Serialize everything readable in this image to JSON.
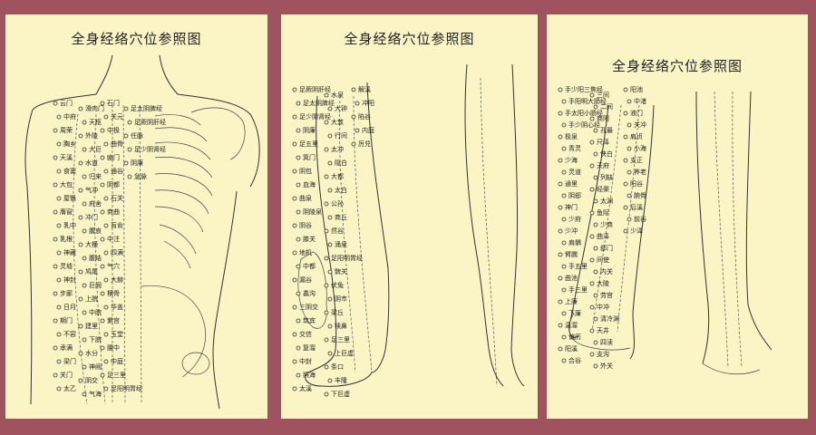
{
  "panels": [
    {
      "title": "全身经络穴位参照图",
      "labels": [
        "云门",
        "中府",
        "周荣",
        "胸乡",
        "天溪",
        "食窦",
        "大包",
        "屋翳",
        "膺窗",
        "乳中",
        "乳根",
        "神藏",
        "灵墟",
        "神封",
        "步廊",
        "日月",
        "期门",
        "不容",
        "承满",
        "梁门",
        "关门",
        "太乙",
        "滑肉门",
        "天枢",
        "外陵",
        "大巨",
        "水道",
        "归来",
        "气冲",
        "府舍",
        "冲门",
        "腹哀",
        "大横",
        "腹结",
        "鸠尾",
        "巨阙",
        "上脘",
        "中脘",
        "建里",
        "下脘",
        "水分",
        "神阙",
        "阴交",
        "气海",
        "石门",
        "关元",
        "中极",
        "曲骨",
        "幽门",
        "通谷",
        "阴都",
        "石关",
        "商曲",
        "肓俞",
        "中注",
        "四满",
        "气穴",
        "大赫",
        "横骨",
        "华盖",
        "紫宫",
        "玉堂",
        "膻中",
        "中庭",
        "足三里",
        "足阳明胃经",
        "足太阴脾经",
        "足厥阴肝经",
        "任脉",
        "足少阴肾经",
        "阴廉",
        "急脉"
      ]
    },
    {
      "title": "全身经络穴位参照图",
      "labels": [
        "足厥阴肝经",
        "足太阴脾经",
        "足少阴肾经",
        "阴廉",
        "足五里",
        "箕门",
        "阴包",
        "血海",
        "曲泉",
        "阴陵泉",
        "阴谷",
        "膝关",
        "地机",
        "中都",
        "漏谷",
        "蠡沟",
        "三阴交",
        "筑宾",
        "交信",
        "复溜",
        "中封",
        "照海",
        "太溪",
        "水泉",
        "大钟",
        "大敦",
        "行间",
        "太冲",
        "隐白",
        "大都",
        "太白",
        "公孙",
        "商丘",
        "然谷",
        "涌泉",
        "足阳明胃经",
        "髀关",
        "伏兔",
        "阴市",
        "梁丘",
        "犊鼻",
        "足三里",
        "上巨虚",
        "条口",
        "丰隆",
        "下巨虚",
        "解溪",
        "冲阳",
        "陷谷",
        "内庭",
        "厉兑"
      ]
    },
    {
      "title": "全身经络穴位参照图",
      "labels": [
        "手少阳三焦经",
        "手阳明大肠经",
        "手太阳小肠经",
        "手少阴心经",
        "极泉",
        "青灵",
        "少海",
        "灵道",
        "通里",
        "阴郄",
        "神门",
        "少府",
        "少冲",
        "肩髃",
        "臂臑",
        "手五里",
        "曲池",
        "手三里",
        "上廉",
        "下廉",
        "温溜",
        "偏历",
        "阳溪",
        "合谷",
        "三间",
        "二间",
        "商阳",
        "孔最",
        "尺泽",
        "侠白",
        "天府",
        "列缺",
        "经渠",
        "太渊",
        "鱼际",
        "少商",
        "曲泽",
        "郄门",
        "间使",
        "内关",
        "大陵",
        "劳宫",
        "中冲",
        "清冷渊",
        "天井",
        "四渎",
        "支沟",
        "外关",
        "阳池",
        "中渚",
        "液门",
        "关冲",
        "肩贞",
        "小海",
        "支正",
        "养老",
        "阳谷",
        "腕骨",
        "后溪",
        "前谷",
        "少泽"
      ]
    }
  ]
}
